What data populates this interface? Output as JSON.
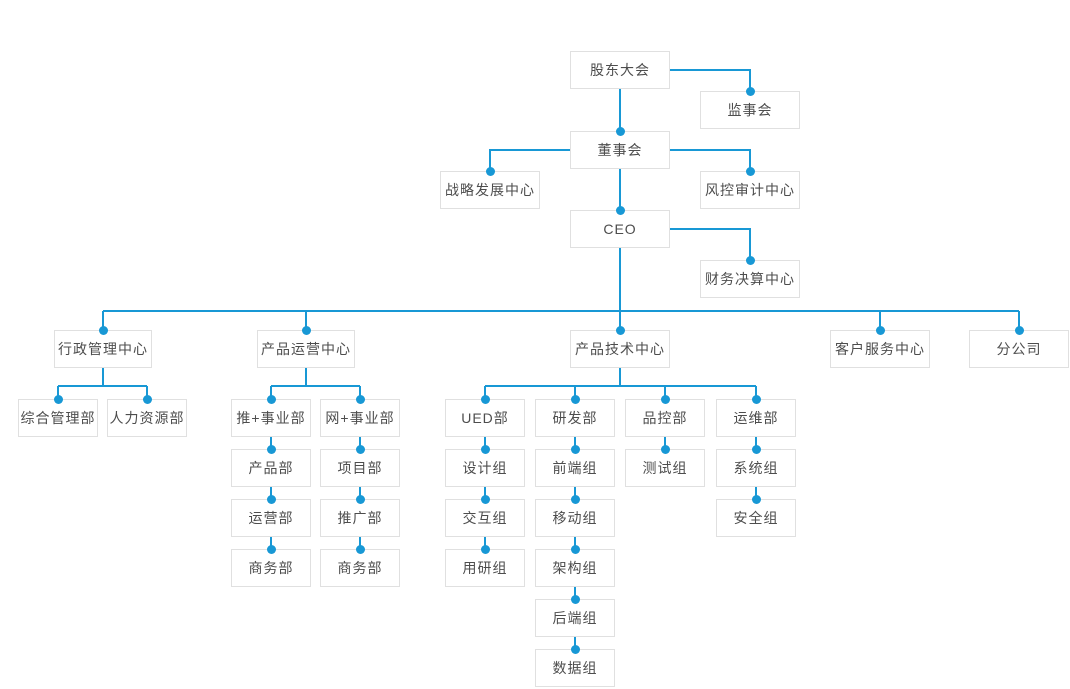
{
  "org": {
    "nodes": {
      "shareholders": {
        "label": "股东大会"
      },
      "supervisory": {
        "label": "监事会"
      },
      "board": {
        "label": "董事会"
      },
      "strategy_center": {
        "label": "战略发展中心"
      },
      "risk_audit_center": {
        "label": "风控审计中心"
      },
      "ceo": {
        "label": "CEO"
      },
      "finance_center": {
        "label": "财务决算中心"
      },
      "admin_center": {
        "label": "行政管理中心"
      },
      "ops_center": {
        "label": "产品运营中心"
      },
      "tech_center": {
        "label": "产品技术中心"
      },
      "service_center": {
        "label": "客户服务中心"
      },
      "branch": {
        "label": "分公司"
      },
      "general_admin": {
        "label": "综合管理部"
      },
      "hr": {
        "label": "人力资源部"
      },
      "tui_division": {
        "label": "推+事业部"
      },
      "wang_division": {
        "label": "网+事业部"
      },
      "product_dept": {
        "label": "产品部"
      },
      "project_dept": {
        "label": "项目部"
      },
      "operation_dept": {
        "label": "运营部"
      },
      "promotion_dept": {
        "label": "推广部"
      },
      "business_dept_1": {
        "label": "商务部"
      },
      "business_dept_2": {
        "label": "商务部"
      },
      "ued_dept": {
        "label": "UED部"
      },
      "design_group": {
        "label": "设计组"
      },
      "interaction_group": {
        "label": "交互组"
      },
      "user_research_group": {
        "label": "用研组"
      },
      "rd_dept": {
        "label": "研发部"
      },
      "frontend_group": {
        "label": "前端组"
      },
      "mobile_group": {
        "label": "移动组"
      },
      "architecture_group": {
        "label": "架构组"
      },
      "backend_group": {
        "label": "后端组"
      },
      "data_group": {
        "label": "数据组"
      },
      "qc_dept": {
        "label": "品控部"
      },
      "testing_group": {
        "label": "测试组"
      },
      "devops_dept": {
        "label": "运维部"
      },
      "system_group": {
        "label": "系统组"
      },
      "security_group": {
        "label": "安全组"
      }
    },
    "edges": [
      [
        "shareholders",
        "supervisory"
      ],
      [
        "shareholders",
        "board"
      ],
      [
        "board",
        "strategy_center"
      ],
      [
        "board",
        "risk_audit_center"
      ],
      [
        "board",
        "ceo"
      ],
      [
        "ceo",
        "finance_center"
      ],
      [
        "ceo",
        "admin_center"
      ],
      [
        "ceo",
        "ops_center"
      ],
      [
        "ceo",
        "tech_center"
      ],
      [
        "ceo",
        "service_center"
      ],
      [
        "ceo",
        "branch"
      ],
      [
        "admin_center",
        "general_admin"
      ],
      [
        "admin_center",
        "hr"
      ],
      [
        "ops_center",
        "tui_division"
      ],
      [
        "ops_center",
        "wang_division"
      ],
      [
        "tui_division",
        "product_dept"
      ],
      [
        "product_dept",
        "operation_dept"
      ],
      [
        "operation_dept",
        "business_dept_1"
      ],
      [
        "wang_division",
        "project_dept"
      ],
      [
        "project_dept",
        "promotion_dept"
      ],
      [
        "promotion_dept",
        "business_dept_2"
      ],
      [
        "tech_center",
        "ued_dept"
      ],
      [
        "tech_center",
        "rd_dept"
      ],
      [
        "tech_center",
        "qc_dept"
      ],
      [
        "tech_center",
        "devops_dept"
      ],
      [
        "ued_dept",
        "design_group"
      ],
      [
        "design_group",
        "interaction_group"
      ],
      [
        "interaction_group",
        "user_research_group"
      ],
      [
        "rd_dept",
        "frontend_group"
      ],
      [
        "frontend_group",
        "mobile_group"
      ],
      [
        "mobile_group",
        "architecture_group"
      ],
      [
        "architecture_group",
        "backend_group"
      ],
      [
        "backend_group",
        "data_group"
      ],
      [
        "qc_dept",
        "testing_group"
      ],
      [
        "devops_dept",
        "system_group"
      ],
      [
        "system_group",
        "security_group"
      ]
    ]
  },
  "colors": {
    "connector": "#1898d5",
    "node_border": "#e0e0e0",
    "node_background": "#ffffff",
    "node_text": "#4d4d4d",
    "page_background": "#ffffff"
  }
}
